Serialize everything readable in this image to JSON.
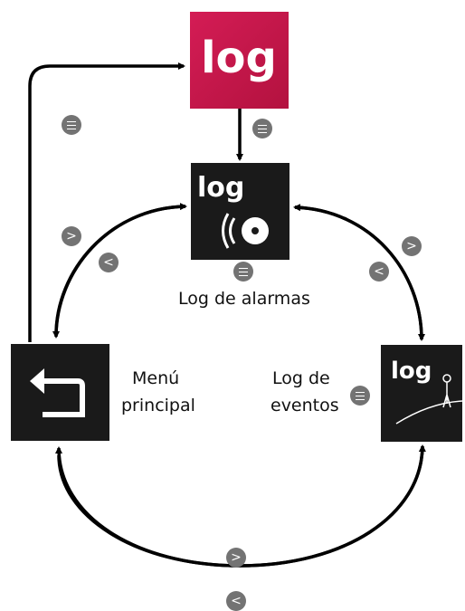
{
  "nodes": {
    "log_main": {
      "title": "log",
      "color": "#c4174a"
    },
    "alarmas": {
      "logo": "log",
      "label": "Log de alarmas"
    },
    "menu": {
      "label_line1": "Menú",
      "label_line2": "principal"
    },
    "eventos": {
      "logo": "log",
      "label_line1": "Log de",
      "label_line2": "eventos"
    }
  },
  "buttons": {
    "enter": "menu-icon",
    "next": ">",
    "prev": "<"
  },
  "colors": {
    "arrow": "#000000",
    "tile": "#1a1a1a",
    "button": "#737373"
  }
}
